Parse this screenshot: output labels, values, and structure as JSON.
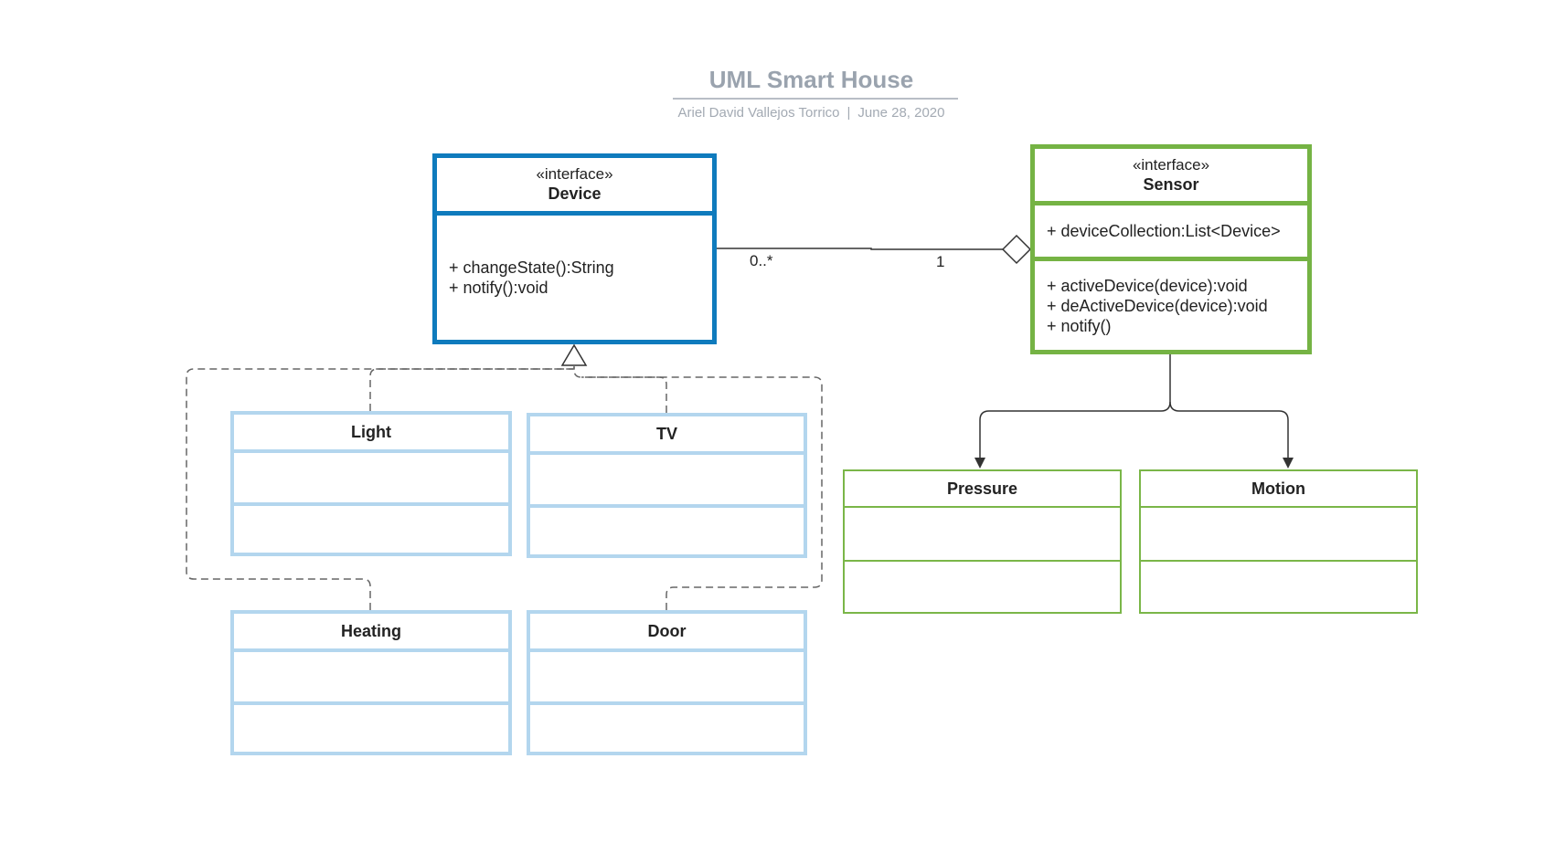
{
  "diagram": {
    "title": "UML Smart House",
    "author": "Ariel David Vallejos Torrico",
    "date": "June 28, 2020",
    "colors": {
      "device_border": "#0f7bbd",
      "sensor_border": "#75b344",
      "child_blue": "#b3d6ee",
      "child_green": "#7ab648",
      "title": "#9aa3ae",
      "connector": "#333333",
      "dashed": "#666666"
    },
    "classes": {
      "device": {
        "stereotype": "«interface»",
        "name": "Device",
        "methods": [
          "+ changeState():String",
          "+ notify():void"
        ]
      },
      "sensor": {
        "stereotype": "«interface»",
        "name": "Sensor",
        "attributes": [
          "+ deviceCollection:List<Device>"
        ],
        "methods": [
          "+ activeDevice(device):void",
          "+ deActiveDevice(device):void",
          "+ notify()"
        ]
      },
      "light": {
        "name": "Light"
      },
      "tv": {
        "name": "TV"
      },
      "heating": {
        "name": "Heating"
      },
      "door": {
        "name": "Door"
      },
      "pressure": {
        "name": "Pressure"
      },
      "motion": {
        "name": "Motion"
      }
    },
    "relations": {
      "aggregation": {
        "from": "Sensor",
        "to": "Device",
        "device_multiplicity": "0..*",
        "sensor_multiplicity": "1"
      },
      "realizations": [
        "Light",
        "TV",
        "Heating",
        "Door"
      ],
      "sensor_children": [
        "Pressure",
        "Motion"
      ]
    }
  }
}
